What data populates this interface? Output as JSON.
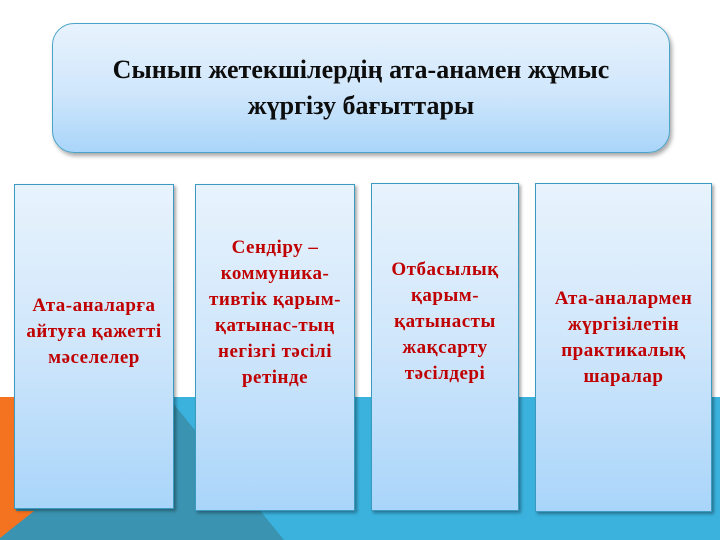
{
  "slide": {
    "title": "Сынып жетекшілердің ата-анамен жұмыс жүргізу  бағыттары",
    "cards": [
      {
        "label": "Ата-аналарға айтуға қажетті мәселелер"
      },
      {
        "label": "Сендіру – коммуника-тивтік қарым-қатынас-тың негізгі тәсілі ретінде"
      },
      {
        "label": "Отбасылық қарым-қатынасты жақсарту тәсілдері"
      },
      {
        "label": "Ата-аналармен жүргізілетін практикалық шаралар"
      }
    ]
  },
  "colors": {
    "band_light": "#3ab2dd",
    "band_dark": "#3a93b0",
    "accent_orange": "#f47320",
    "card_text": "#c00000",
    "title_text": "#0d0d0d",
    "card_border": "#3a9abf"
  }
}
